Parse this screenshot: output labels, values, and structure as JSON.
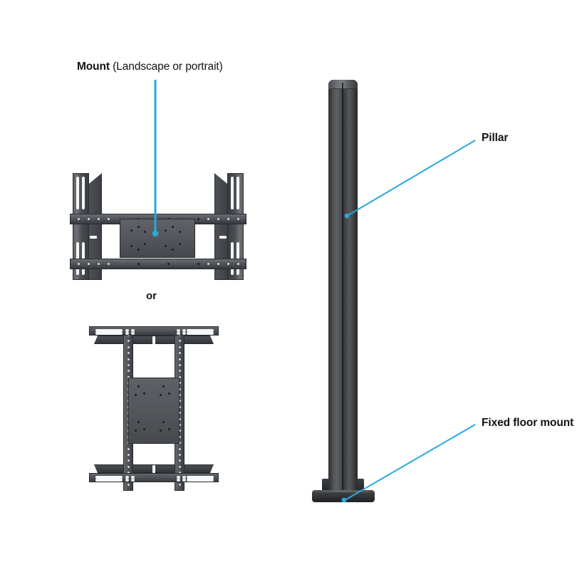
{
  "diagram": {
    "title": "Display mount and pillar assembly diagram",
    "background_color": "#ffffff",
    "accent_color": "#2aa7dc",
    "metal_color": "#4a4d51"
  },
  "callouts": {
    "mount": {
      "bold_text": "Mount",
      "normal_text": " (Landscape or portrait)",
      "leader": "vertical-line-down-to-vesa-plate"
    },
    "pillar": {
      "text": "Pillar",
      "leader": "diagonal-line-down-left-to-pillar-shaft"
    },
    "floor_mount": {
      "text": "Fixed floor mount",
      "leader": "diagonal-line-down-left-to-base-plate"
    },
    "alternative": {
      "text": "or"
    }
  },
  "parts": {
    "landscape_mount": {
      "name": "Mount in landscape orientation",
      "components": [
        "left-vertical-arm",
        "right-vertical-arm",
        "top-horizontal-rail",
        "bottom-horizontal-rail",
        "center-vesa-plate"
      ]
    },
    "portrait_mount": {
      "name": "Mount in portrait orientation",
      "components": [
        "top-shelf-rail",
        "bottom-shelf-rail",
        "left-vertical-rail",
        "right-vertical-rail",
        "center-vesa-plate"
      ]
    },
    "pillar": {
      "name": "Vertical pillar column",
      "components": [
        "rounded-top-cap",
        "column-shaft",
        "mounting-tabs"
      ]
    },
    "floor_mount": {
      "name": "Fixed floor mount base plate",
      "components": [
        "base-plate"
      ]
    }
  },
  "icons": {
    "leader_dot": "leader-endpoint-dot"
  }
}
